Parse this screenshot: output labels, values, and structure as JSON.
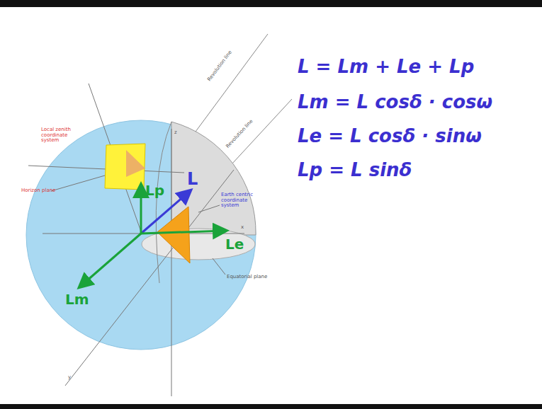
{
  "diagram": {
    "labels": [
      "L = Lm + Le + Lp",
      "Lm = L cosδ · cosω",
      "Le = L cosδ · sinω",
      "Lp = L sinδ",
      "L",
      "Lp",
      "Le",
      "Lm",
      "Local zenith coordinate system",
      "Horizon plane",
      "Revolution line",
      "Revolution line",
      "Earth centric coordinate system",
      "Equatorial plane",
      "z",
      "x",
      "y"
    ]
  }
}
